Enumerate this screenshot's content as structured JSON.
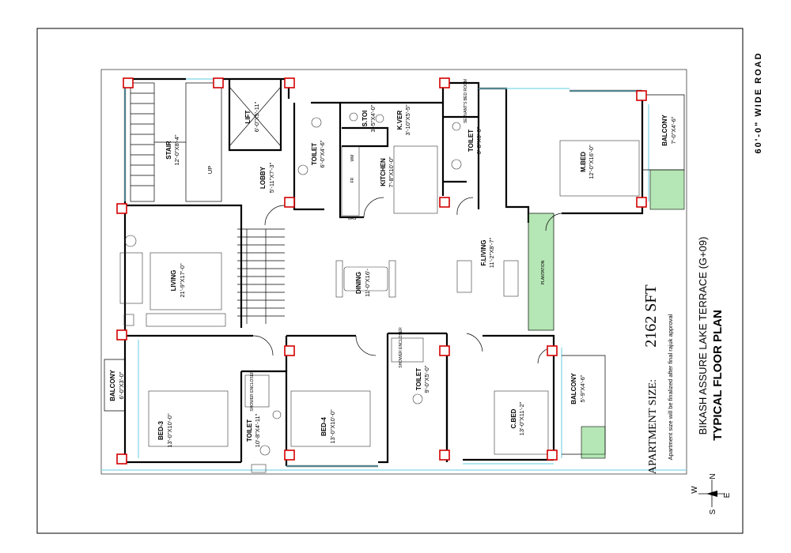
{
  "road": "60'-0\" WIDE ROAD",
  "project": {
    "apartment_size_label": "APARTMENT SIZE:",
    "apartment_size_value": "2162 SFT",
    "note": "Apartment size will be finalized after final rajuk approval",
    "name": "BIKASH ASSURE LAKE TERRACE (G+09)",
    "plan_title": "TYPICAL FLOOR PLAN"
  },
  "compass": {
    "w": "W",
    "n": "N",
    "s": "S",
    "e": "E"
  },
  "rooms": {
    "stair": {
      "name": "STAIR",
      "dim": "12'-0\"X8'-4\""
    },
    "up": "UP",
    "lift": {
      "name": "LIFT",
      "dim": "6'-0\"X5'-11\""
    },
    "lobby": {
      "name": "LOBBY",
      "dim": "5'-11\"X7'-3\""
    },
    "toilet_common": {
      "name": "TOILET",
      "dim": "6'-0\"X4'-6\""
    },
    "s_toilet": {
      "name": "S.TOI",
      "dim": "3'-5\"X4'-0\""
    },
    "k_ver": {
      "name": "K.VER",
      "dim": "3'-10\"X5'-5\""
    },
    "kitchen": {
      "name": "KITCHEN",
      "dim": "7'-8\"X10'-0\""
    },
    "servant": "SERVANT'S BED ROOM",
    "toilet_mbed": {
      "name": "TOILET",
      "dim": "6'-8\"X6'-0\""
    },
    "mbed": {
      "name": "M.BED",
      "dim": "12'-0\"X16'-0\""
    },
    "balcony_ne": {
      "name": "BALCONY",
      "dim": "7'-0\"X4'-6\""
    },
    "living": {
      "name": "LIVING",
      "dim": "21'-9\"X17'-0\""
    },
    "dining": {
      "name": "DINING",
      "dim": "11'-0\"X16'-"
    },
    "f_living": {
      "name": "F.LIVING",
      "dim": "11'-2\"X8'-7\""
    },
    "plantation": "PLANTATION",
    "balcony_w": {
      "name": "BALCONY",
      "dim": "6'-0\"X3'-0\""
    },
    "bed3": {
      "name": "BED-3",
      "dim": "13'-0\"X10'-0\""
    },
    "shower_a": "SHOWER ENCLOSER",
    "toilet_bed3": {
      "name": "TOILET",
      "dim": "10'-8\"X4'-11\""
    },
    "bed4": {
      "name": "BED-4",
      "dim": "13'-0\"X10'-0\""
    },
    "shower_b": "SHOWER ENCLOSER",
    "toilet_bed4": {
      "name": "TOILET",
      "dim": "9'-0\"X5'-0\""
    },
    "cbed": {
      "name": "C.BED",
      "dim": "13'-0\"X11'-2\""
    },
    "balcony_se": {
      "name": "BALCONY",
      "dim": "5'-9\"X4'-6\""
    },
    "wm": "WM",
    "fr": "FR",
    "gas": "GAS"
  },
  "colors": {
    "column": "#d40000",
    "glazing": "#7fd6e6",
    "plantation": "#5cc85c"
  }
}
